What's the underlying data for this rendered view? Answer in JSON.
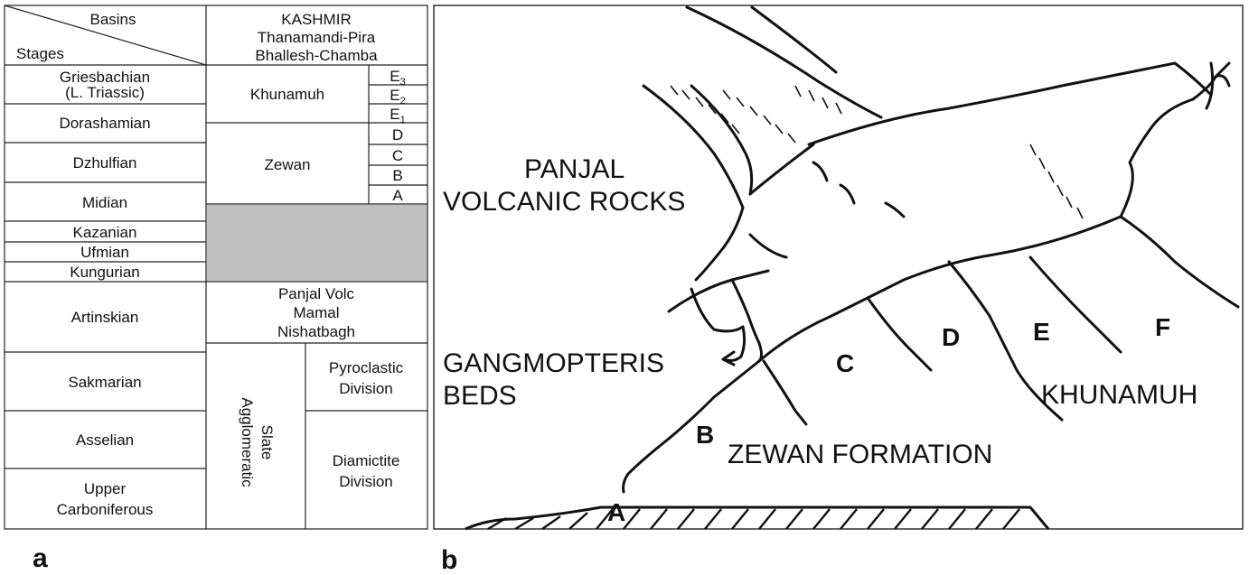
{
  "panel_a": {
    "label": "a",
    "header": {
      "basins": "Basins",
      "stages": "Stages",
      "region": [
        "KASHMIR",
        "Thanamandi-Pira",
        "Bhallesh-Chamba"
      ]
    },
    "stages": [
      [
        "Griesbachian",
        "(L. Triassic)"
      ],
      [
        "Dorashamian"
      ],
      [
        "Dzhulfian"
      ],
      [
        "Midian"
      ],
      [
        "Kazanian"
      ],
      [
        "Ufmian"
      ],
      [
        "Kungurian"
      ],
      [
        "Artinskian"
      ],
      [
        "Sakmarian"
      ],
      [
        "Asselian"
      ],
      [
        "Upper",
        "Carboniferous"
      ]
    ],
    "khunamuh": "Khunamuh",
    "zewan": "Zewan",
    "units": [
      {
        "letter": "E",
        "sub": "3"
      },
      {
        "letter": "E",
        "sub": "2"
      },
      {
        "letter": "E",
        "sub": "1"
      },
      {
        "letter": "D",
        "sub": ""
      },
      {
        "letter": "C",
        "sub": ""
      },
      {
        "letter": "B",
        "sub": ""
      },
      {
        "letter": "A",
        "sub": ""
      }
    ],
    "panjal_block": [
      "Panjal Volc",
      "Mamal",
      "Nishatbagh"
    ],
    "slate": [
      "Slate",
      "Agglomeratic"
    ],
    "pyroclastic": [
      "Pyroclastic",
      "Division"
    ],
    "diamictite": [
      "Diamictite",
      "Division"
    ],
    "hiatus_color": "#c0c0c0"
  },
  "panel_b": {
    "label": "b",
    "panjal": [
      "PANJAL",
      "VOLCANIC ROCKS"
    ],
    "gangmopteris": [
      "GANGMOPTERIS",
      "BEDS"
    ],
    "zewan_formation": "ZEWAN FORMATION",
    "khunamuh": "KHUNAMUH",
    "units": [
      "A",
      "B",
      "C",
      "D",
      "E",
      "F"
    ]
  }
}
